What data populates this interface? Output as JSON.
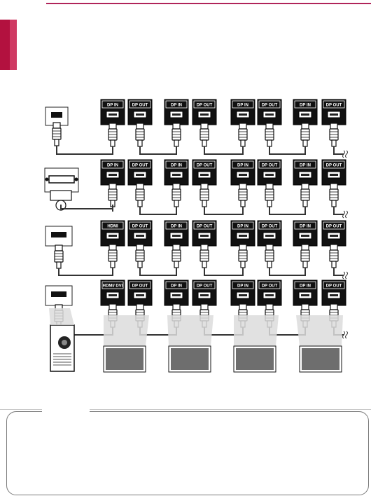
{
  "ports": {
    "dp_in": "DP IN",
    "dp_out": "DP OUT",
    "hdmi": "HDMI",
    "hdmi_dvi": "HDMI/ DVI"
  },
  "rows": [
    {
      "source": "dp-source",
      "first_in": "dp_in"
    },
    {
      "source": "dvi-source",
      "first_in": "dp_in"
    },
    {
      "source": "hdmi-source",
      "first_in": "hdmi"
    },
    {
      "source": "hdmi-source-with-speaker",
      "first_in": "hdmi_dvi"
    }
  ],
  "colors": {
    "accent": "#b3113f",
    "port_bg": "#111111",
    "screen": "#6e6e6e",
    "cable": "#333333"
  }
}
